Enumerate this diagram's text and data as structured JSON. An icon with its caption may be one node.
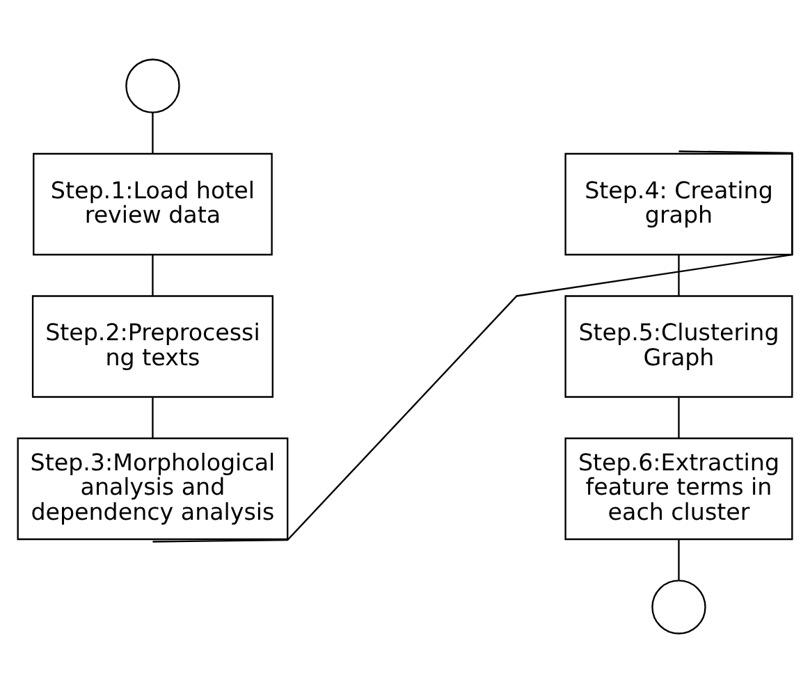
{
  "diagram": {
    "nodes": [
      {
        "text": [],
        "shape": "circle"
      },
      {
        "text": [
          "Step.1:Load hotel review data"
        ]
      },
      {
        "text": [
          "Step.2:Preprocessi ng texts"
        ]
      },
      {
        "text": [
          "Step.3:Morphological analysis and dependency analysis"
        ]
      },
      {
        "text": [
          "Step.4: Creating graph"
        ]
      },
      {
        "text": [
          "Step.5:Clustering Graph"
        ]
      },
      {
        "text": [
          "Step.6:Extracting feature terms in each cluster"
        ]
      },
      {
        "text": [],
        "shape": "circle"
      }
    ],
    "edges": [
      {
        "from": 0,
        "to": 1,
        "arrow": "none"
      },
      {
        "from": 1,
        "to": 2,
        "arrow": "none"
      },
      {
        "from": 2,
        "to": 3,
        "arrow": "none"
      },
      {
        "from": 3,
        "to": 4,
        "arrow": "none"
      },
      {
        "from": 4,
        "to": 5,
        "arrow": "none"
      },
      {
        "from": 5,
        "to": 6,
        "arrow": "none"
      },
      {
        "from": 6,
        "to": 7,
        "arrow": "none"
      }
    ]
  }
}
